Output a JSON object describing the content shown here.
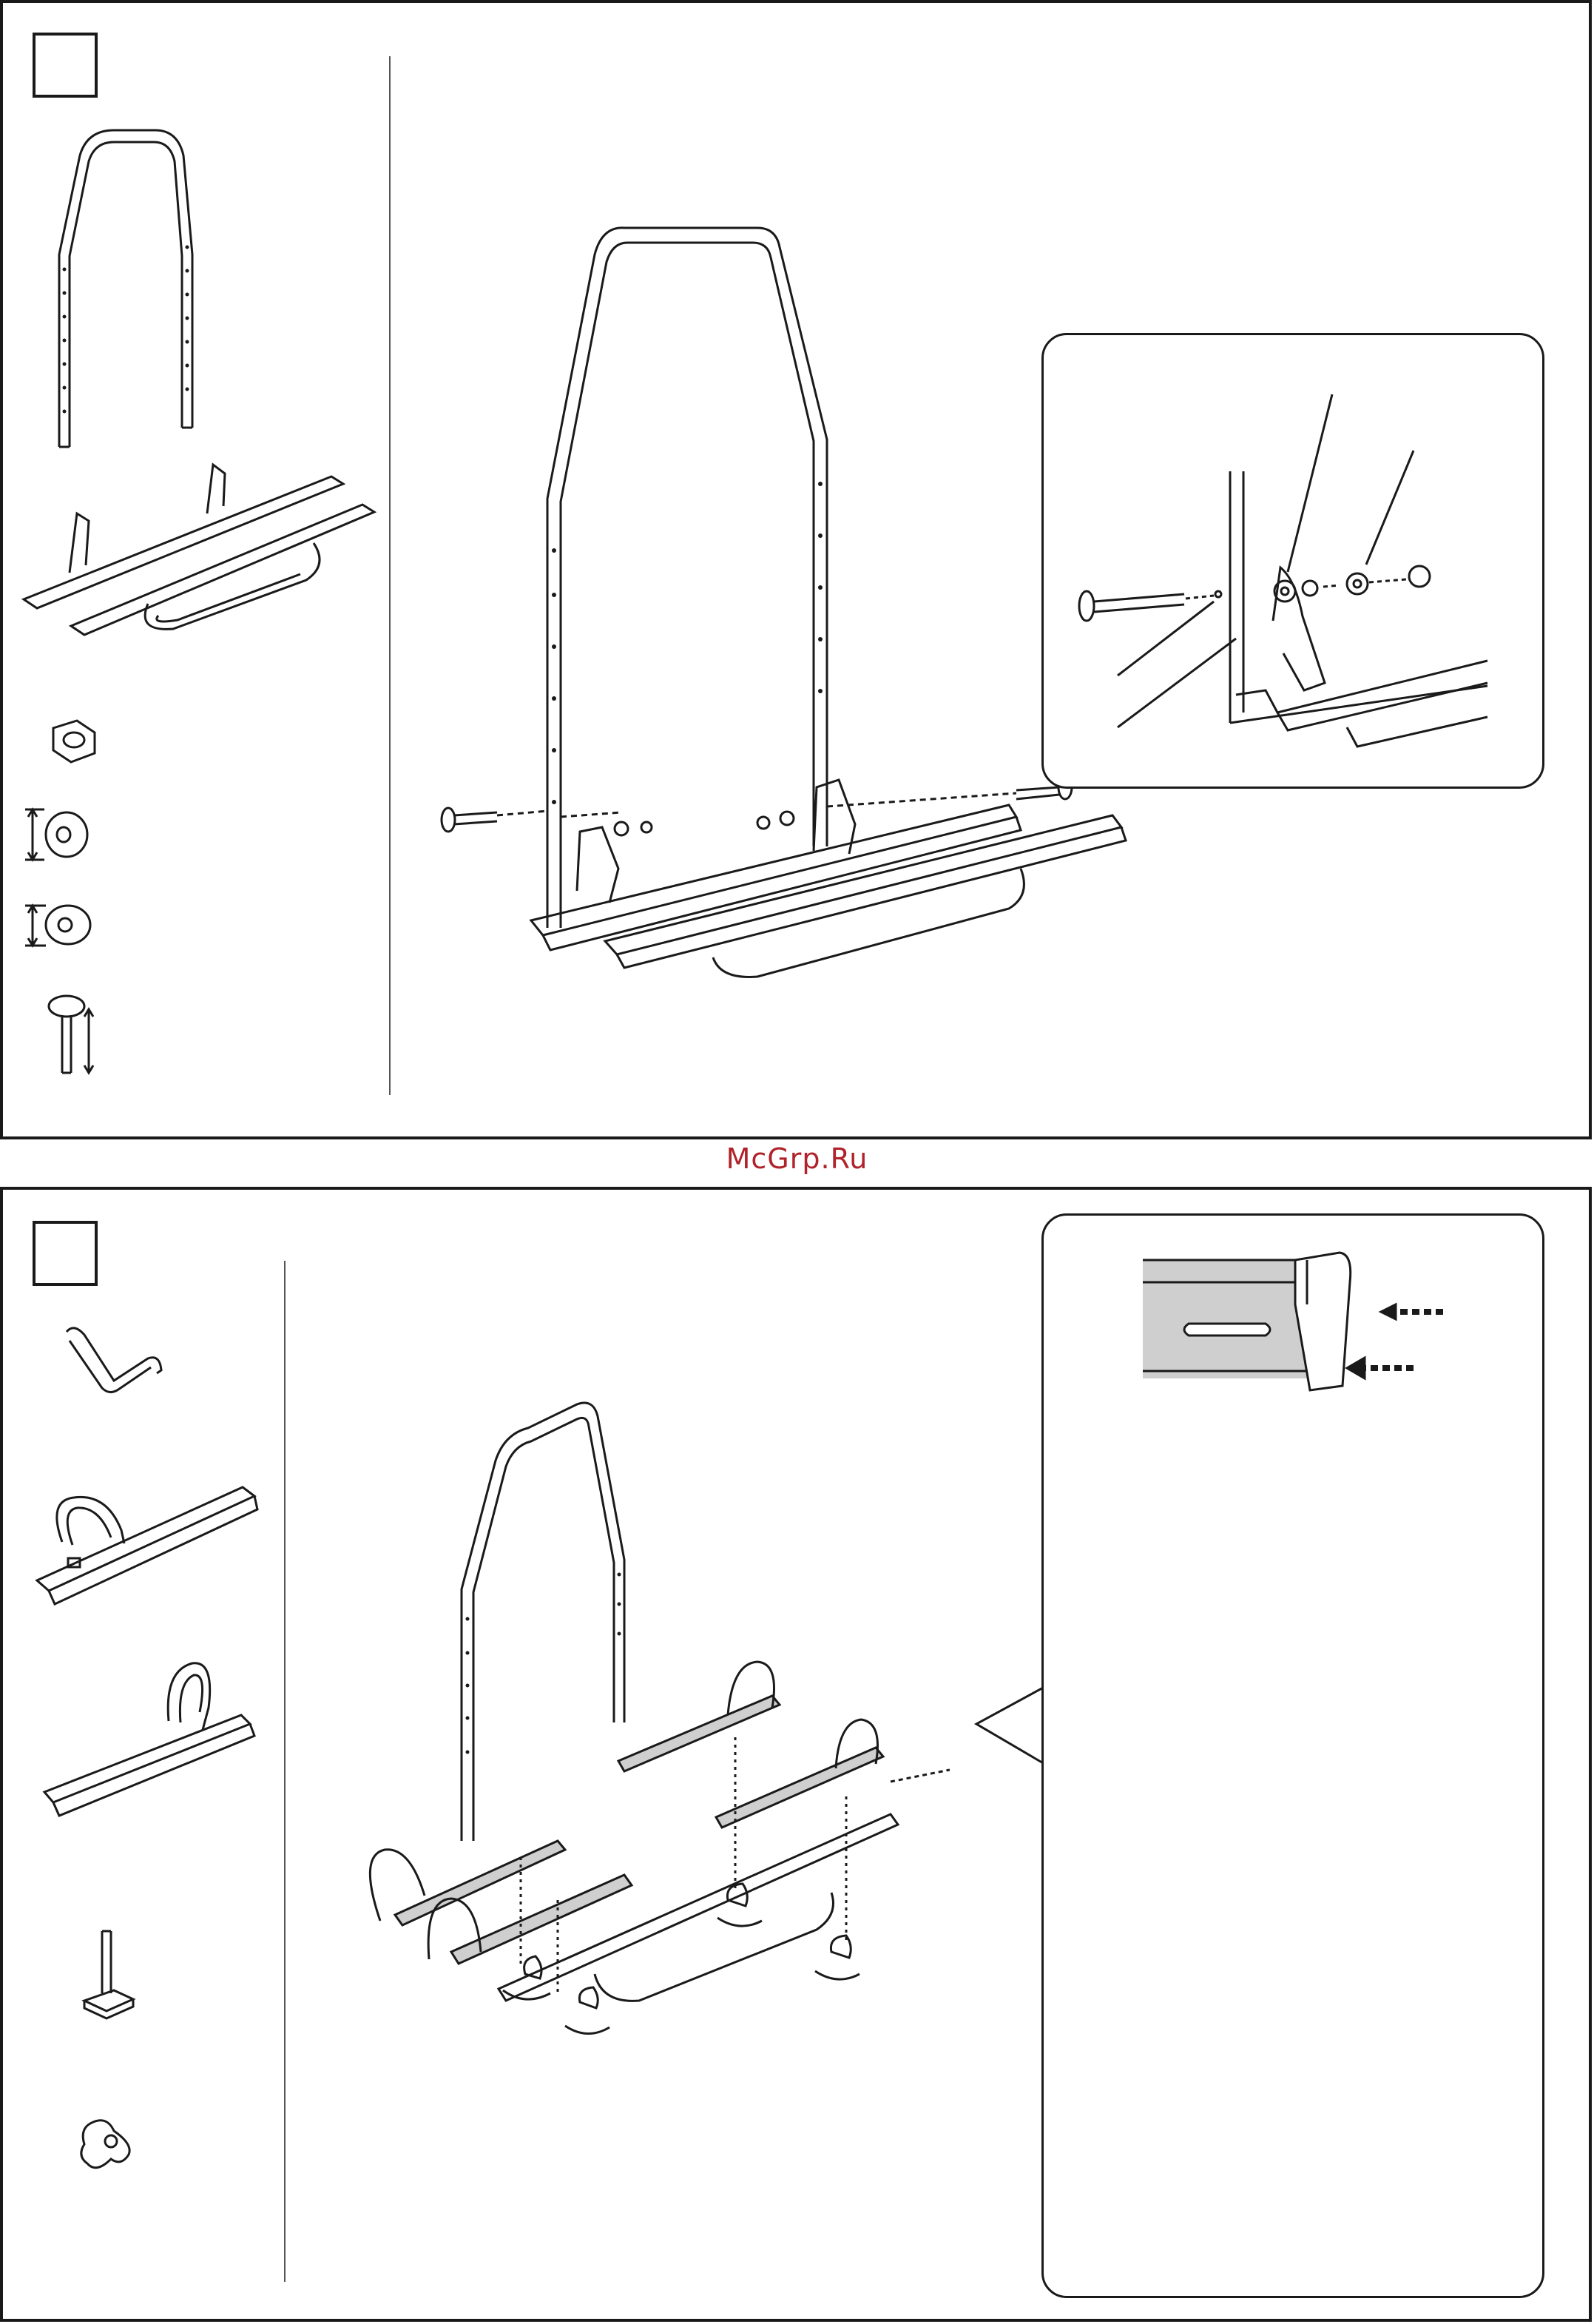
{
  "watermark": {
    "text": "McGrp.Ru"
  },
  "step_1": {
    "step_number": "",
    "parts": [
      "u-frame-tube",
      "wheel-rail-assembly",
      "lock-nut",
      "washer-large",
      "washer-small",
      "bolt"
    ],
    "detail_callout": "bolt-washer-nut-detail"
  },
  "step_2": {
    "step_number": "",
    "parts": [
      "bracket-hook",
      "wheel-holder-strap-rail-left",
      "wheel-holder-strap-rail-right",
      "t-bolt",
      "star-knob"
    ],
    "detail_callout": "rail-end-cap-detail"
  },
  "colors": {
    "line": "#1a1a1a",
    "shade": "#cfcfcf",
    "watermark": "#b0232a"
  }
}
